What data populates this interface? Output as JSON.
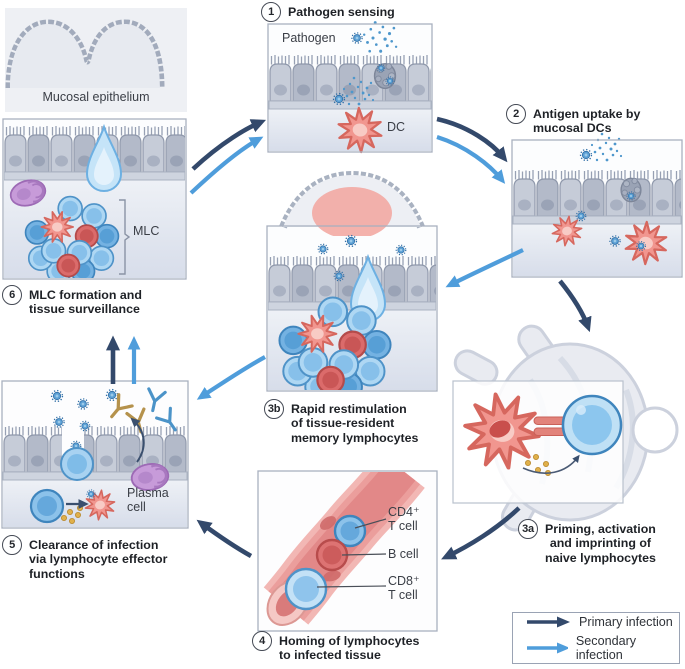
{
  "legend": {
    "primary_label": "Primary infection",
    "secondary_label": "Secondary infection"
  },
  "steps": {
    "s1": {
      "num": "1",
      "lines": [
        "Pathogen sensing"
      ]
    },
    "s2": {
      "num": "2",
      "lines": [
        "Antigen uptake by",
        "mucosal DCs"
      ]
    },
    "s3a": {
      "num": "3a",
      "lines": [
        "Priming, activation",
        "and imprinting of",
        "naive lymphocytes"
      ]
    },
    "s3b": {
      "num": "3b",
      "lines": [
        "Rapid restimulation",
        "of tissue-resident",
        "memory lymphocytes"
      ]
    },
    "s4": {
      "num": "4",
      "lines": [
        "Homing of lymphocytes",
        "to infected tissue"
      ]
    },
    "s5": {
      "num": "5",
      "lines": [
        "Clearance of infection",
        "via lymphocyte effector",
        "functions"
      ]
    },
    "s6": {
      "num": "6",
      "lines": [
        "MLC formation and",
        "tissue surveillance"
      ]
    }
  },
  "labels": {
    "mucosal_epithelium": "Mucosal epithelium",
    "pathogen": "Pathogen",
    "dc": "DC",
    "mlc": "MLC",
    "plasma_cell": "Plasma cell",
    "cd4_line1": "CD4⁺",
    "cd4_line2": "T cell",
    "b_cell": "B cell",
    "cd8_line1": "CD8⁺",
    "cd8_line2": "T cell"
  },
  "colors": {
    "primary_arrow": "#33496b",
    "secondary_arrow": "#4f9ddb",
    "dc_pink": "#f1968f",
    "lymphocyte_blue": "#74b2e2",
    "b_cell_red": "#db6b6b",
    "plasma_purple": "#c79bd9",
    "pathogen_blue": "#4e97cc",
    "antibody_gold": "#b5924c",
    "epithelium_gray": "#c6ccd8",
    "vessel_pink": "#eb9e9c"
  },
  "icons": {
    "pathogen-icon": "spiked blue circle",
    "dc-icon": "pink star-shaped dendritic cell",
    "plasma-cell-icon": "purple oval cell",
    "lymphocyte-icon": "blue round cell",
    "b-cell-icon": "red round cell",
    "antibody-icon": "Y shape",
    "goblet-cell-icon": "blue teardrop",
    "lymph-node-icon": "gray bean shape",
    "primary-arrow-icon": "dark navy arrow",
    "secondary-arrow-icon": "light blue arrow"
  }
}
